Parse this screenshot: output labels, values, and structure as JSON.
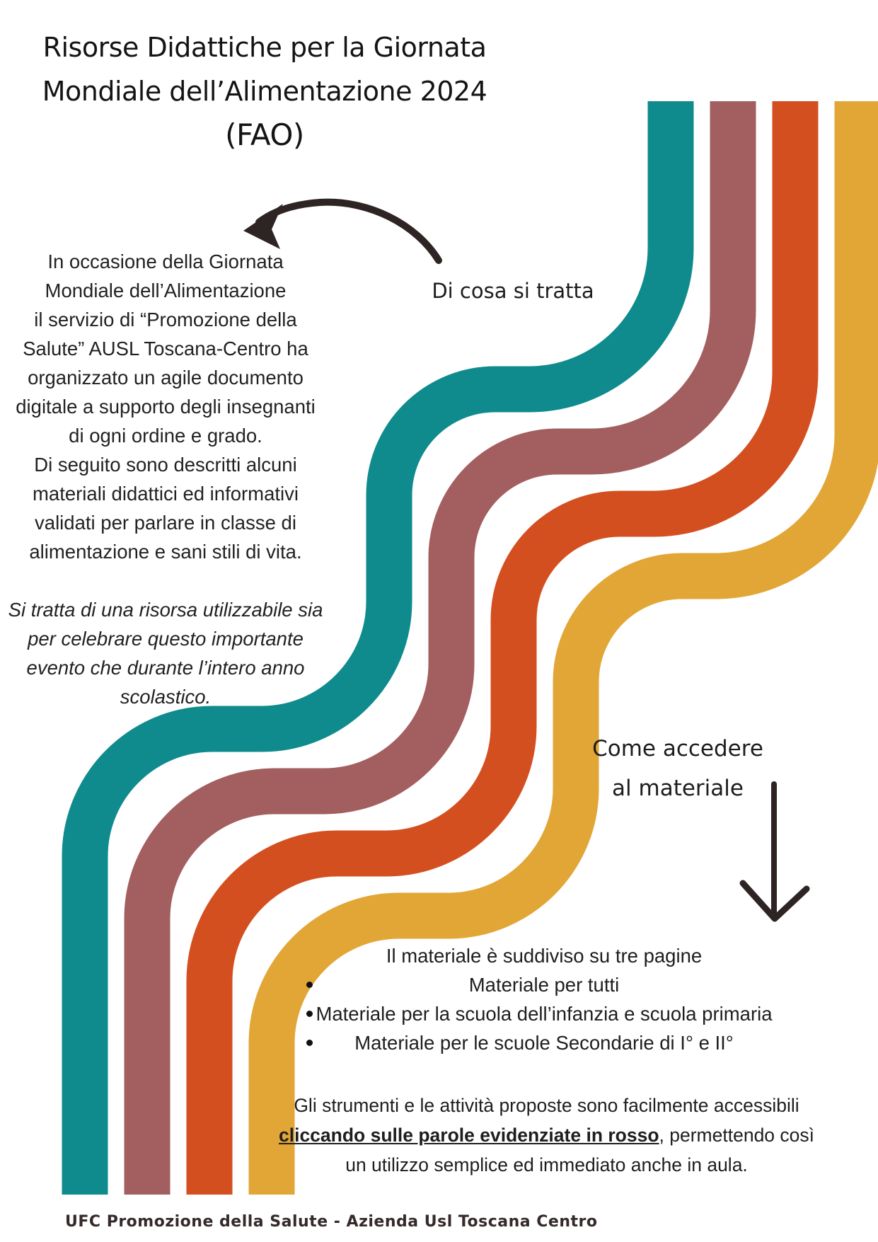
{
  "title": {
    "lines": [
      "Risorse Didattiche per la Giornata",
      "Mondiale dell’Alimentazione 2024",
      "(FAO)"
    ]
  },
  "intro": {
    "text": "In occasione della Giornata\nMondiale dell’Alimentazione\nil servizio di  “Promozione della\nSalute” AUSL Toscana-Centro ha\norganizzato un agile documento\ndigitale  a supporto degli insegnanti\ndi ogni ordine e grado.\nDi seguito sono descritti alcuni\nmateriali didattici ed informativi\nvalidati per parlare in classe di\nalimentazione e sani stili di vita.",
    "italic_text": "Si tratta di una risorsa utilizzabile sia\nper celebrare questo importante\nevento che durante l’intero anno\nscolastico."
  },
  "annotations": {
    "what_label": "Di cosa si tratta",
    "how_label_line1": "Come accedere",
    "how_label_line2": "al materiale"
  },
  "materials": {
    "heading": "Il materiale è suddiviso su tre pagine",
    "items": [
      "Materiale per tutti",
      "Materiale per la scuola dell’infanzia e scuola primaria",
      "Materiale per le scuole Secondarie di I° e II°"
    ]
  },
  "access": {
    "before": "Gli strumenti e le attività proposte sono facilmente accessibili ",
    "link": "cliccando sulle parole evidenziate in rosso",
    "after": ", permettendo così un utilizzo semplice ed immediato anche in aula."
  },
  "footer": {
    "text": "UFC Promozione della Salute - Azienda Usl Toscana Centro"
  },
  "stripe_order": [
    "teal",
    "mauve",
    "orange",
    "yellow"
  ],
  "colors": {
    "teal": "#0f8b8d",
    "mauve": "#a35f5f",
    "orange": "#d44f20",
    "yellow": "#e2a637",
    "ink": "#2e2424"
  }
}
